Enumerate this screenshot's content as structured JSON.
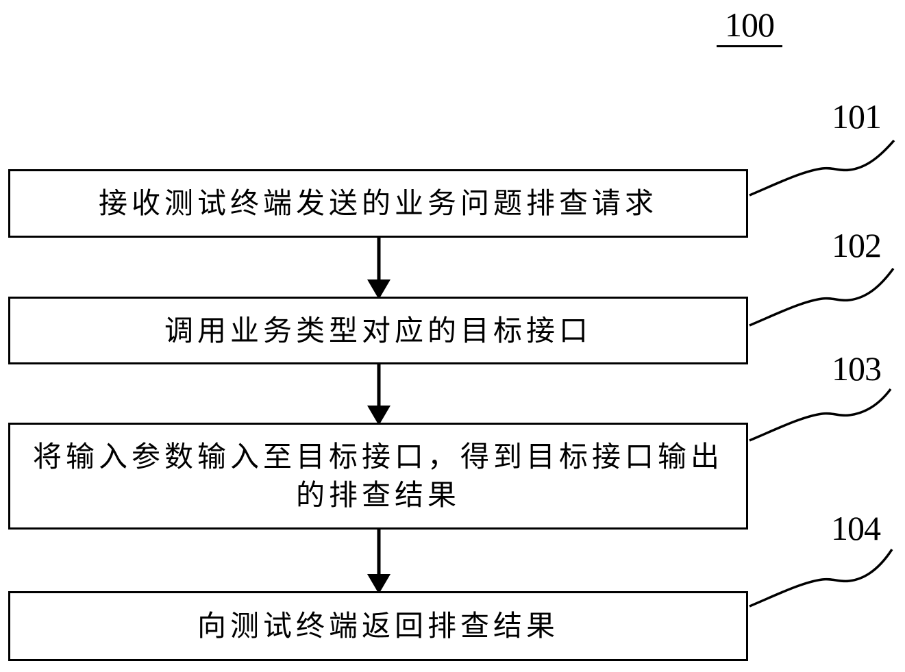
{
  "figure": {
    "number": "100"
  },
  "steps": [
    {
      "ref": "101",
      "text": "接收测试终端发送的业务问题排查请求"
    },
    {
      "ref": "102",
      "text": "调用业务类型对应的目标接口"
    },
    {
      "ref": "103",
      "text": "将输入参数输入至目标接口，得到目标接口输出的排查结果"
    },
    {
      "ref": "104",
      "text": "向测试终端返回排查结果"
    }
  ],
  "edges": [
    {
      "from": "101",
      "to": "102"
    },
    {
      "from": "102",
      "to": "103"
    },
    {
      "from": "103",
      "to": "104"
    }
  ]
}
